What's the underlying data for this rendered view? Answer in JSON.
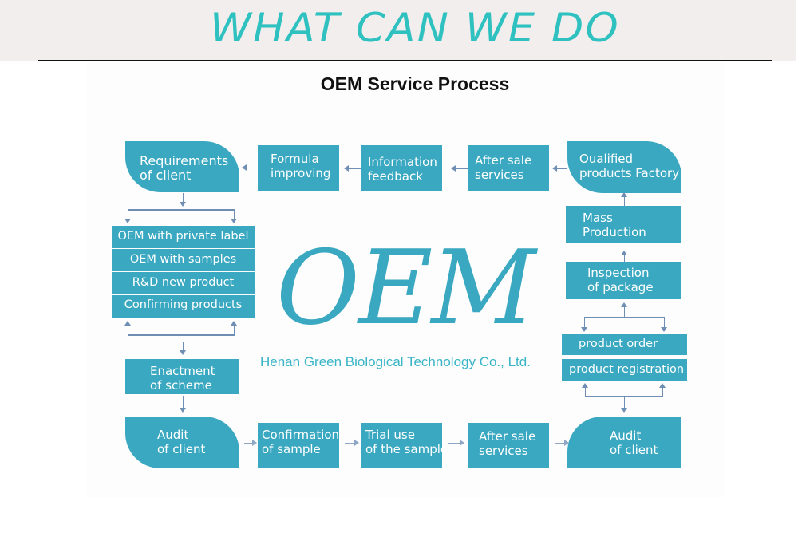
{
  "banner": {
    "title": "WHAT CAN WE DO"
  },
  "subtitle": "OEM Service Process",
  "center": {
    "logo_text": "OEM",
    "company": "Henan Green Biological Technology Co., Ltd."
  },
  "colors": {
    "box": "#3aa8c0",
    "banner_text": "#2ec1c0",
    "connector": "#6f8eb4",
    "banner_bg": "#f2eeed"
  },
  "top_row": {
    "requirements": [
      "Requirements",
      "of client"
    ],
    "formula": [
      "Formula",
      "improving"
    ],
    "info": [
      "Information",
      "feedback"
    ],
    "after_sale": [
      "After sale",
      "services"
    ],
    "qualified": [
      "Oualified",
      "products Factory"
    ]
  },
  "left_stack": [
    "OEM with private label",
    "OEM with samples",
    "R&D new product",
    "Confirming products"
  ],
  "enactment": [
    "Enactment",
    "of scheme"
  ],
  "right_col": {
    "mass": [
      "Mass",
      "Production"
    ],
    "inspection": [
      "Inspection",
      "of package"
    ],
    "order": "product order",
    "registration": "product registration"
  },
  "bottom_row": {
    "audit_left": [
      "Audit",
      "of client"
    ],
    "confirmation": [
      "Confirmation",
      "of sample"
    ],
    "trial": [
      "Trial use",
      "of the sample"
    ],
    "after_sale": [
      "After sale",
      "services"
    ],
    "audit_right": [
      "Audit",
      "of client"
    ]
  }
}
